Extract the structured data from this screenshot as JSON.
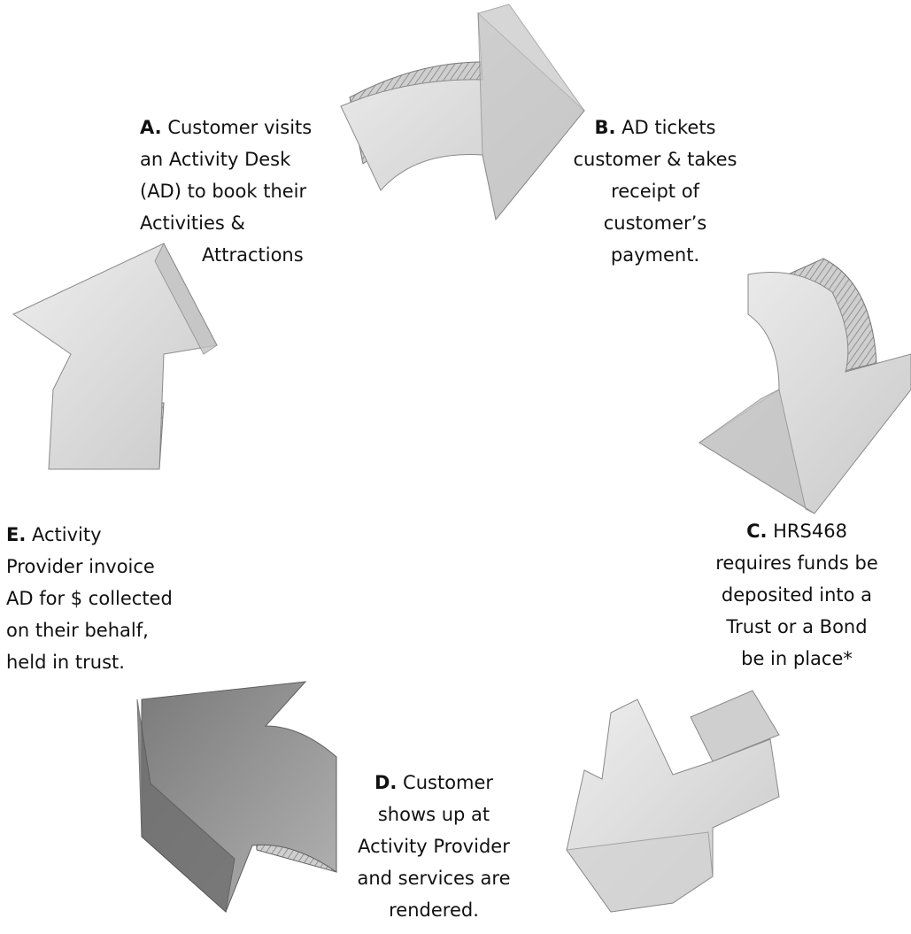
{
  "diagram": {
    "steps": [
      {
        "letter": "A.",
        "lines": [
          "Customer visits",
          "an Activity Desk",
          "(AD) to book their",
          "Activities &",
          "Attractions"
        ]
      },
      {
        "letter": "B.",
        "lines": [
          "AD tickets",
          "customer & takes",
          "receipt of",
          "customer’s",
          "payment."
        ]
      },
      {
        "letter": "C.",
        "lines": [
          "HRS468",
          "requires funds be",
          "deposited into a",
          "Trust or a Bond",
          "be in place*"
        ]
      },
      {
        "letter": "D.",
        "lines": [
          "Customer",
          "shows up at",
          "Activity Provider",
          "and services are",
          "rendered."
        ]
      },
      {
        "letter": "E.",
        "lines": [
          "Activity",
          "Provider invoice",
          "AD for $ collected",
          "on their behalf,",
          "held in trust."
        ]
      }
    ],
    "arrows": [
      {
        "name": "arrow-a-to-b",
        "shade": "light"
      },
      {
        "name": "arrow-b-to-c",
        "shade": "light"
      },
      {
        "name": "arrow-c-to-d",
        "shade": "light"
      },
      {
        "name": "arrow-d-to-e",
        "shade": "dark"
      },
      {
        "name": "arrow-e-to-a",
        "shade": "light"
      }
    ],
    "colors": {
      "text": "#111111",
      "arrow_light": "#d9d9d9",
      "arrow_mid": "#bdbdbd",
      "arrow_dark": "#8c8c8c",
      "arrow_edge": "#6f6f6f"
    }
  }
}
